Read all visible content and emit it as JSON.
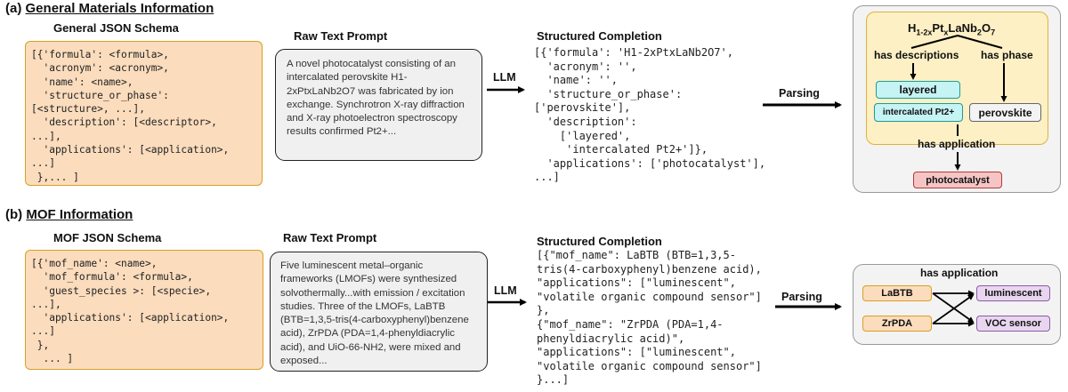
{
  "section_a": {
    "label": "(a)",
    "title": "General Materials Information",
    "schema_heading": "General JSON Schema",
    "schema_lines": [
      "[{'formula': <formula>,",
      "  'acronym': <acronym>,",
      "  'name': <name>,",
      "  'structure_or_phase':",
      "[<structure>, ...],",
      "  'description': [<descriptor>,",
      "...],",
      "  'applications': [<application>,",
      "...]",
      " },... ]"
    ],
    "prompt_heading": "Raw Text Prompt",
    "prompt_text": "A novel photocatalyst consisting of an intercalated perovskite H1-2xPtxLaNb2O7 was fabricated by ion exchange. Synchrotron X-ray diffraction and X-ray photoelectron spectroscopy results confirmed Pt2+...",
    "llm_label": "LLM",
    "completion_heading": "Structured Completion",
    "completion_lines": [
      "[{'formula': 'H1-2xPtxLaNb2O7',",
      "  'acronym': '',",
      "  'name': '',",
      "  'structure_or_phase':",
      "['perovskite'],",
      "  'description':",
      "    ['layered',",
      "     'intercalated Pt2+']},",
      "  'applications': ['photocatalyst'],",
      "...]"
    ],
    "parsing_label": "Parsing",
    "graph": {
      "formula_base": "H",
      "formula_sub1": "1-2x",
      "formula_mid": "Pt",
      "formula_sub2": "x",
      "formula_mid2": "LaNb",
      "formula_sub3": "2",
      "formula_end": "O",
      "formula_sub4": "7",
      "rel_descriptions": "has descriptions",
      "rel_phase": "has phase",
      "rel_application": "has application",
      "node_layered": "layered",
      "node_intercalated": "intercalated Pt2+",
      "node_perovskite": "perovskite",
      "node_photocatalyst": "photocatalyst"
    }
  },
  "section_b": {
    "label": "(b)",
    "title": "MOF Information",
    "schema_heading": "MOF JSON Schema",
    "schema_lines": [
      "[{'mof_name': <name>,",
      "  'mof_formula': <formula>,",
      "  'guest_species >: [<specie>,",
      "...],",
      "  'applications': [<application>,",
      "...]",
      " },",
      "  ... ]"
    ],
    "prompt_heading": "Raw Text Prompt",
    "prompt_text": "Five luminescent metal–organic frameworks (LMOFs) were synthesized solvothermally...with emission / excitation studies. Three of the LMOFs, LaBTB (BTB=1,3,5-tris(4-carboxyphenyl)benzene acid), ZrPDA (PDA=1,4-phenyldiacrylic acid), and UiO-66-NH2, were mixed and exposed...",
    "llm_label": "LLM",
    "completion_heading": "Structured Completion",
    "completion_lines": [
      "[{\"mof_name\": LaBTB (BTB=1,3,5-",
      "tris(4-carboxyphenyl)benzene acid),",
      "\"applications\": [\"luminescent\",",
      "\"volatile organic compound sensor\"]",
      "},",
      "{\"mof_name\": \"ZrPDA (PDA=1,4-",
      "phenyldiacrylic acid)\",",
      "\"applications\": [\"luminescent\",",
      "\"volatile organic compound sensor\"]",
      "}...]"
    ],
    "parsing_label": "Parsing",
    "graph": {
      "rel_application": "has application",
      "node_labtb": "LaBTB",
      "node_zrpda": "ZrPDA",
      "node_luminescent": "luminescent",
      "node_voc": "VOC sensor"
    }
  },
  "colors": {
    "schema_fill": "#fbdcbd",
    "schema_border": "#d9a020",
    "teal_fill": "#c6f3f4",
    "teal_border": "#1c9c94",
    "red_fill": "#f5c5c5",
    "red_border": "#b83838",
    "purple_fill": "#e8d6ef",
    "purple_border": "#8e5aa6"
  }
}
